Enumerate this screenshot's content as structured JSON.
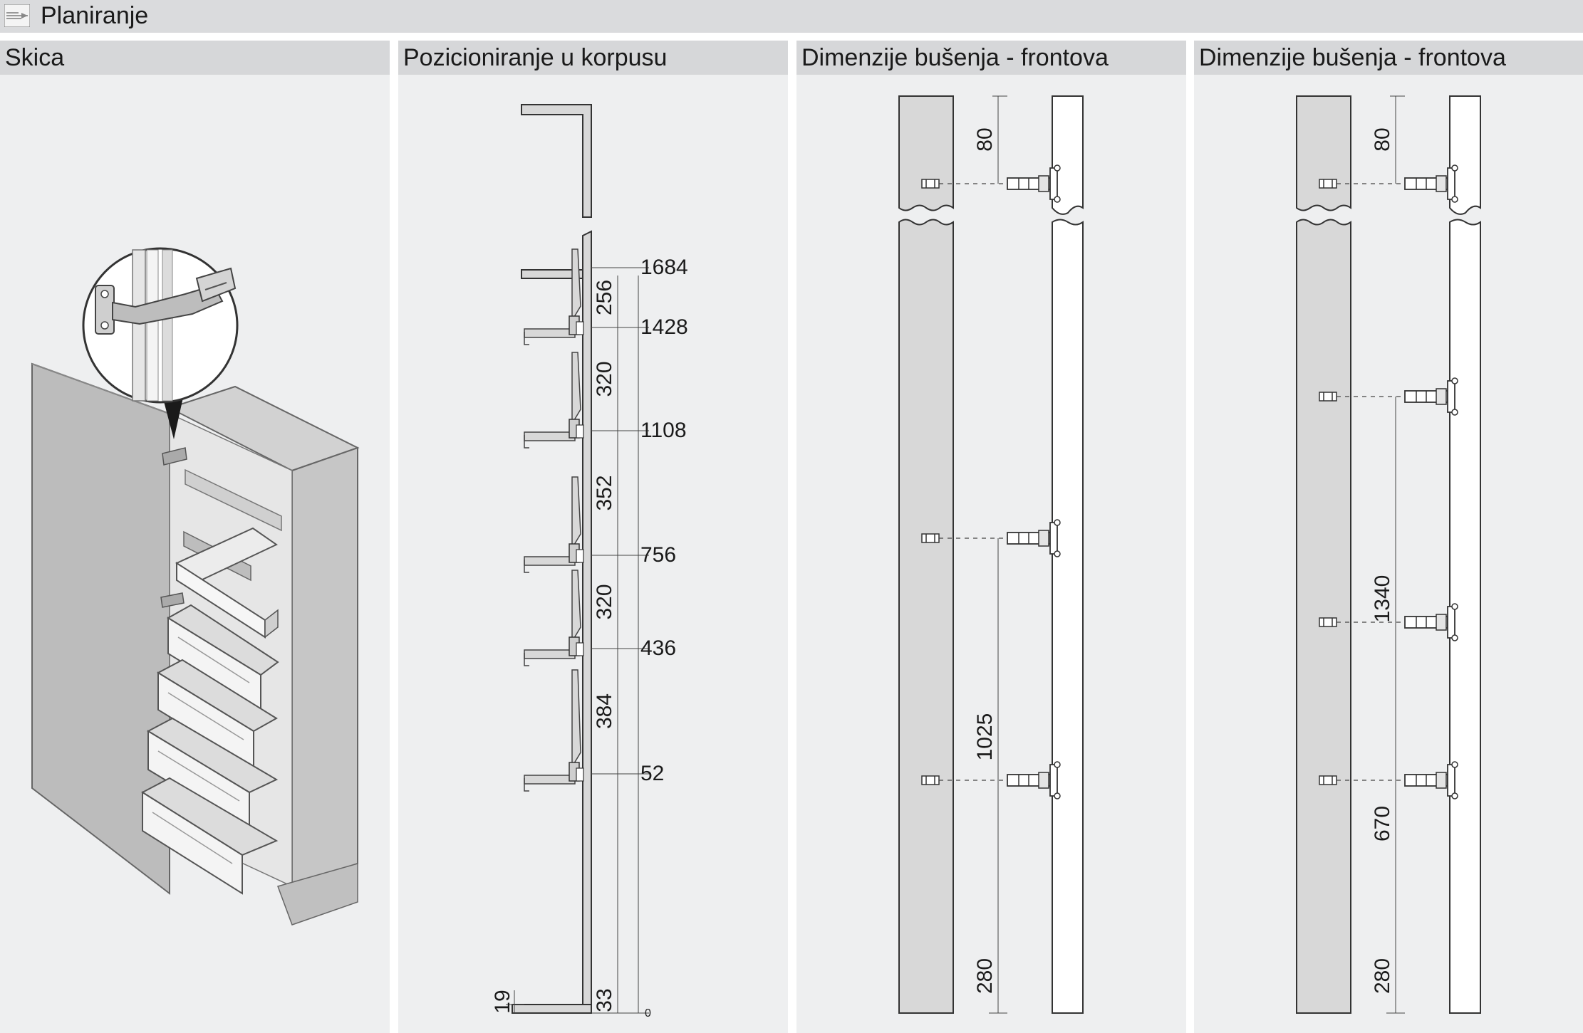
{
  "header": {
    "title": "Planiranje"
  },
  "panels": [
    {
      "title": "Skica"
    },
    {
      "title": "Pozicioniranje u korpusu",
      "levels": [
        "1684",
        "1428",
        "1108",
        "756",
        "436",
        "52",
        "0"
      ],
      "gaps": [
        "256",
        "320",
        "352",
        "320",
        "384",
        "33"
      ],
      "bottom_dim": "19"
    },
    {
      "title": "Dimenzije bušenja - frontova",
      "dims": [
        "80",
        "1025",
        "280"
      ]
    },
    {
      "title": "Dimenzije bušenja - frontova",
      "dims": [
        "80",
        "1340",
        "670",
        "280"
      ]
    }
  ],
  "colors": {
    "header_bg": "#dadbdd",
    "panel_bg": "#eeeff0",
    "panel_head_bg": "#d6d7d9",
    "line": "#333333",
    "fill_gray": "#d8d8d8"
  }
}
